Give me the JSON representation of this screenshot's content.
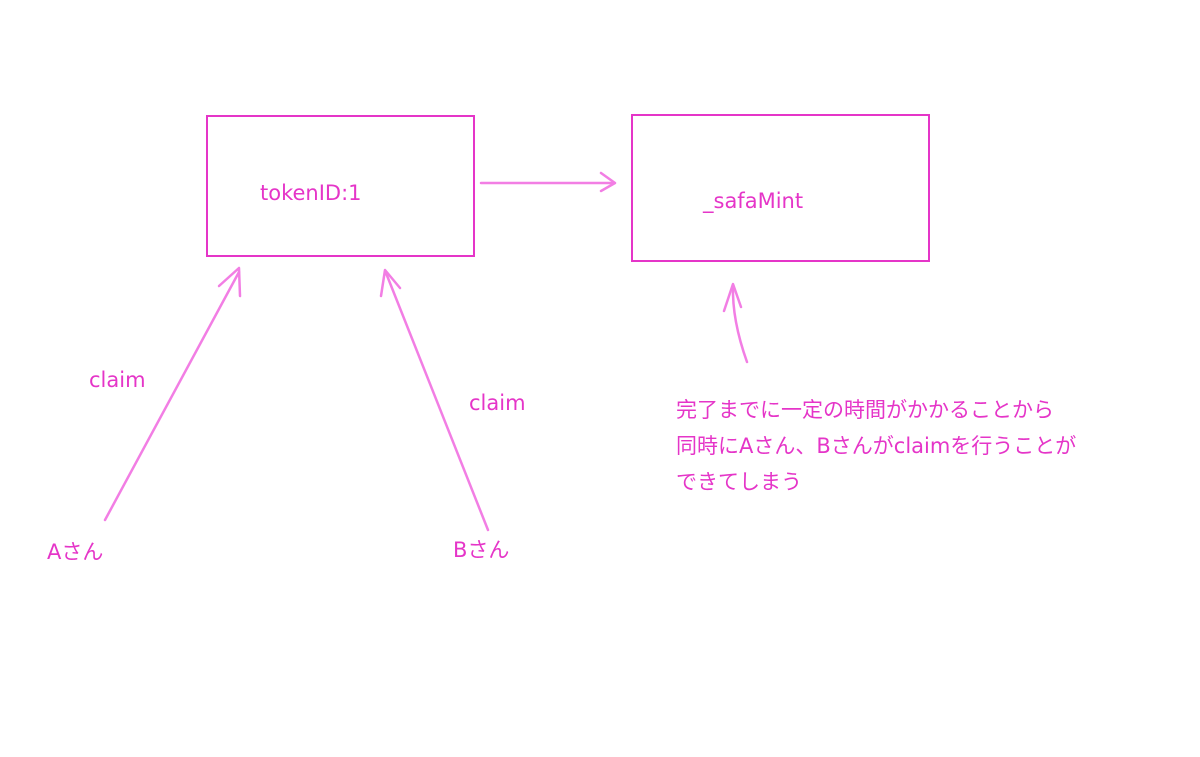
{
  "nodes": {
    "token_box": "tokenID:1",
    "mint_box": "_safaMint"
  },
  "actors": {
    "a": "Aさん",
    "b": "Bさん"
  },
  "edges": {
    "a_to_token": "claim",
    "b_to_token": "claim"
  },
  "note": {
    "lines": [
      "完了までに一定の時間がかかることから",
      "同時にAさん、Bさんがclaimを行うことが",
      "できてしまう"
    ]
  },
  "colors": {
    "ink": "#e535c8",
    "arrow": "#f27ee4"
  }
}
